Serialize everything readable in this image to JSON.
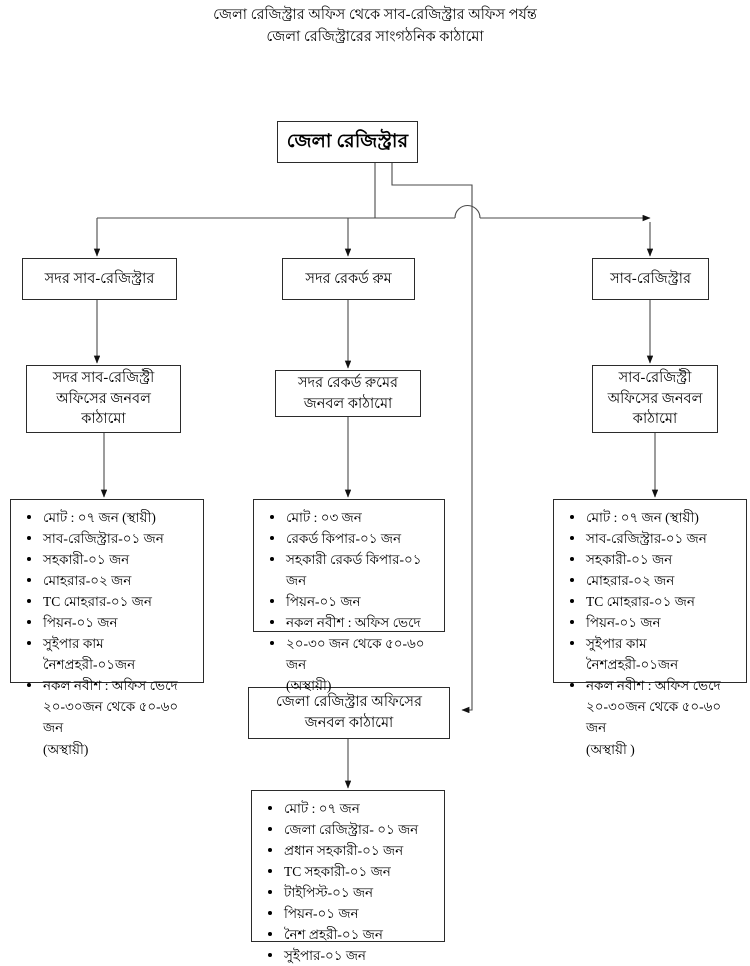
{
  "title": {
    "line1": "জেলা রেজিস্ট্রার অফিস থেকে সাব-রেজিস্ট্রার অফিস পর্যন্ত",
    "line2": "জেলা রেজিস্ট্রারের সাংগঠনিক কাঠামো"
  },
  "colors": {
    "box_border": "#2b2b2b",
    "connector": "#3a3a3a",
    "background": "#ffffff",
    "text": "#000000"
  },
  "nodes": {
    "root": "জেলা রেজিস্ট্রার",
    "sadar_sub_registrar": "সদর সাব-রেজিস্ট্রার",
    "sadar_record_room": "সদর রেকর্ড রুম",
    "sub_registrar": "সাব-রেজিস্ট্রার",
    "sadar_sub_registry_structure": "সদর সাব-রেজিস্ট্রী\nঅফিসের জনবল\nকাঠামো",
    "sadar_record_room_structure": "সদর রেকর্ড রুমের\nজনবল কাঠামো",
    "sub_registry_structure": "সাব-রেজিস্ট্রী\nঅফিসের জনবল\nকাঠামো",
    "district_registrar_office_structure": "জেলা রেজিস্ট্রার অফিসের\nজনবল কাঠামো"
  },
  "lists": {
    "sadar_sub_registry_staff": [
      {
        "text": "মোট : ০৭ জন (স্থায়ী)",
        "bullet": true
      },
      {
        "text": "সাব-রেজিস্ট্রার-০১ জন",
        "bullet": true
      },
      {
        "text": "সহকারী-০১ জন",
        "bullet": true
      },
      {
        "text": "মোহরার-০২ জন",
        "bullet": true
      },
      {
        "text": "TC মোহরার-০১ জন",
        "bullet": true
      },
      {
        "text": "পিয়ন-০১ জন",
        "bullet": true
      },
      {
        "text": "সুইপার কাম নৈশপ্রহরী-০১জন",
        "bullet": true
      },
      {
        "text": "নকল নবীশ : অফিস ভেদে",
        "bullet": true
      },
      {
        "text": "২০-৩০জন থেকে ৫০-৬০ জন",
        "bullet": false
      },
      {
        "text": "(অস্থায়ী)",
        "bullet": false
      }
    ],
    "sadar_record_room_staff": [
      {
        "text": "মোট : ০৩ জন",
        "bullet": true
      },
      {
        "text": "রেকর্ড কিপার-০১ জন",
        "bullet": true
      },
      {
        "text": "সহকারী রেকর্ড কিপার-০১ জন",
        "bullet": true
      },
      {
        "text": "পিয়ন-০১ জন",
        "bullet": true
      },
      {
        "text": "নকল নবীশ : অফিস ভেদে",
        "bullet": true
      },
      {
        "text": "২০-৩০ জন থেকে ৫০-৬০ জন",
        "bullet": true
      },
      {
        "text": "(অস্থায়ী)",
        "bullet": false
      }
    ],
    "sub_registry_staff": [
      {
        "text": "মোট : ০৭ জন (স্থায়ী)",
        "bullet": true
      },
      {
        "text": "সাব-রেজিস্ট্রার-০১ জন",
        "bullet": true
      },
      {
        "text": "সহকারী-০১ জন",
        "bullet": true
      },
      {
        "text": "মোহরার-০২ জন",
        "bullet": true
      },
      {
        "text": "TC মোহরার-০১ জন",
        "bullet": true
      },
      {
        "text": "পিয়ন-০১ জন",
        "bullet": true
      },
      {
        "text": "সুইপার কাম নৈশপ্রহরী-০১জন",
        "bullet": true
      },
      {
        "text": "নকল নবীশ : অফিস ভেদে",
        "bullet": true
      },
      {
        "text": "২০-৩০জন থেকে ৫০-৬০ জন",
        "bullet": false
      },
      {
        "text": "(অস্থায়ী )",
        "bullet": false
      }
    ],
    "district_registrar_office_staff": [
      {
        "text": "মোট : ০৭ জন",
        "bullet": true
      },
      {
        "text": "জেলা রেজিস্ট্রার- ০১ জন",
        "bullet": true
      },
      {
        "text": "প্রধান সহকারী-০১ জন",
        "bullet": true
      },
      {
        "text": "TC সহকারী-০১ জন",
        "bullet": true
      },
      {
        "text": "টাইপিস্ট-০১ জন",
        "bullet": true
      },
      {
        "text": "পিয়ন-০১ জন",
        "bullet": true
      },
      {
        "text": "নৈশ প্রহরী-০১ জন",
        "bullet": true
      },
      {
        "text": "সুইপার-০১ জন",
        "bullet": true
      }
    ]
  },
  "chart_data": {
    "type": "diagram",
    "diagram_kind": "organizational-hierarchy-flowchart",
    "edges": [
      {
        "from": "root",
        "to": "sadar_sub_registrar",
        "style": "orthogonal-arrow"
      },
      {
        "from": "root",
        "to": "sadar_record_room",
        "style": "orthogonal-arrow"
      },
      {
        "from": "root",
        "to": "sub_registrar",
        "style": "orthogonal-arrow"
      },
      {
        "from": "root",
        "to": "district_registrar_office_structure",
        "style": "orthogonal-arrow-with-line-hop"
      },
      {
        "from": "sadar_sub_registrar",
        "to": "sadar_sub_registry_structure",
        "style": "vertical-arrow"
      },
      {
        "from": "sadar_record_room",
        "to": "sadar_record_room_structure",
        "style": "vertical-arrow"
      },
      {
        "from": "sub_registrar",
        "to": "sub_registry_structure",
        "style": "vertical-arrow"
      },
      {
        "from": "sadar_sub_registry_structure",
        "to": "sadar_sub_registry_staff",
        "style": "vertical-arrow"
      },
      {
        "from": "sadar_record_room_structure",
        "to": "sadar_record_room_staff",
        "style": "vertical-arrow"
      },
      {
        "from": "sub_registry_structure",
        "to": "sub_registry_staff",
        "style": "vertical-arrow"
      },
      {
        "from": "district_registrar_office_structure",
        "to": "district_registrar_office_staff",
        "style": "vertical-arrow"
      }
    ]
  }
}
